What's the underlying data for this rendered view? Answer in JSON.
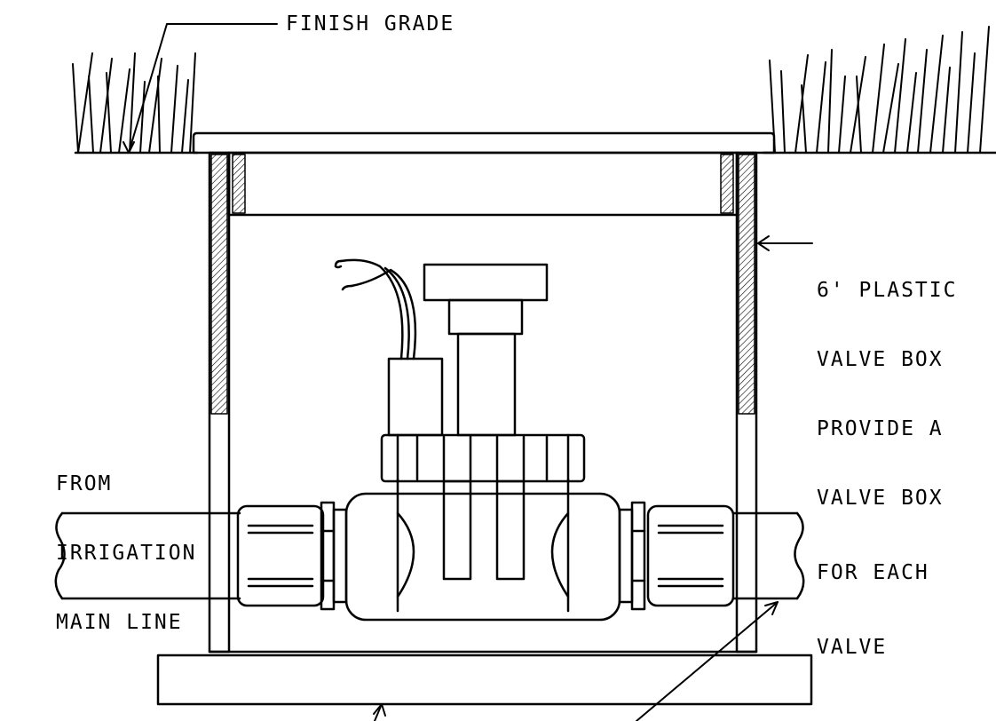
{
  "labels": {
    "finish_grade": "FINISH GRADE",
    "valve_box_note": [
      "6' PLASTIC",
      "VALVE BOX",
      "PROVIDE A",
      "VALVE BOX",
      "FOR EACH",
      "VALVE"
    ],
    "main_line_note": [
      "FROM",
      "IRRIGATION",
      "MAIN LINE"
    ]
  },
  "colors": {
    "ink": "#000000",
    "paper": "#ffffff"
  }
}
